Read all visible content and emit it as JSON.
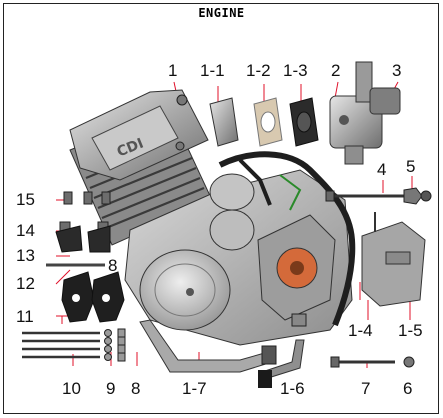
{
  "title": "ENGINE",
  "colors": {
    "leader": "#e0102a",
    "part_dark": "#2a2a2a",
    "metal": "#b8b8b8"
  },
  "callouts": {
    "c1": "1",
    "c1_1": "1-1",
    "c1_2": "1-2",
    "c1_3": "1-3",
    "c2": "2",
    "c3": "3",
    "c4": "4",
    "c5": "5",
    "c15": "15",
    "c14": "14",
    "c13": "13",
    "c12": "12",
    "c8a": "8",
    "c11": "11",
    "c1_4": "1-4",
    "c1_5": "1-5",
    "c10": "10",
    "c9": "9",
    "c8b": "8",
    "c1_7": "1-7",
    "c1_6": "1-6",
    "c7": "7",
    "c6": "6"
  }
}
